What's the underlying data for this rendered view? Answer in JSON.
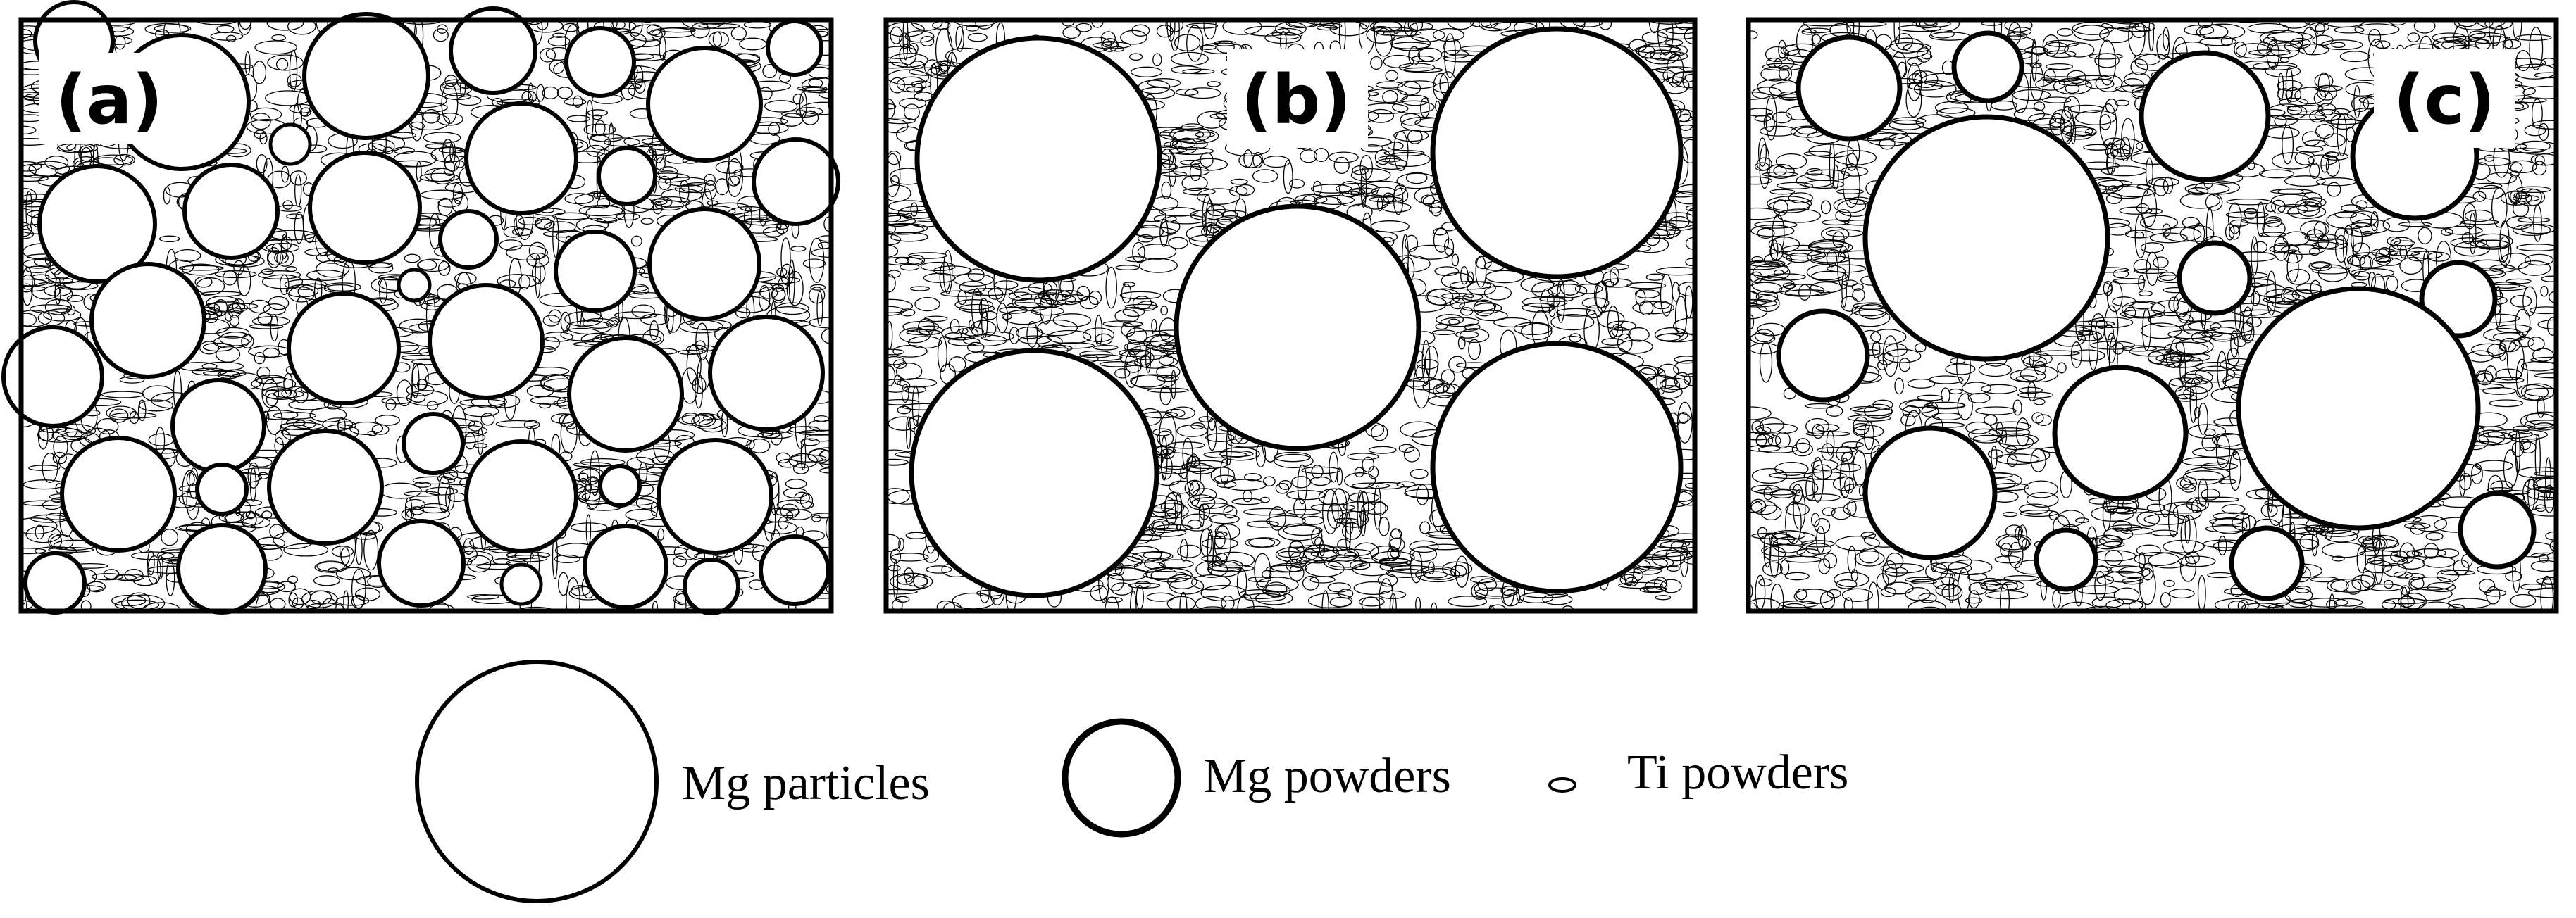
{
  "panels": [
    {
      "id": "a",
      "label": "(a)"
    },
    {
      "id": "b",
      "label": "(b)"
    },
    {
      "id": "c",
      "label": "(c)"
    }
  ],
  "legend": {
    "mg_particles": "Mg particles",
    "mg_powders": "Mg powders",
    "ti_powders": "Ti powders"
  },
  "colors": {
    "stroke": "#000000",
    "background": "#ffffff"
  }
}
